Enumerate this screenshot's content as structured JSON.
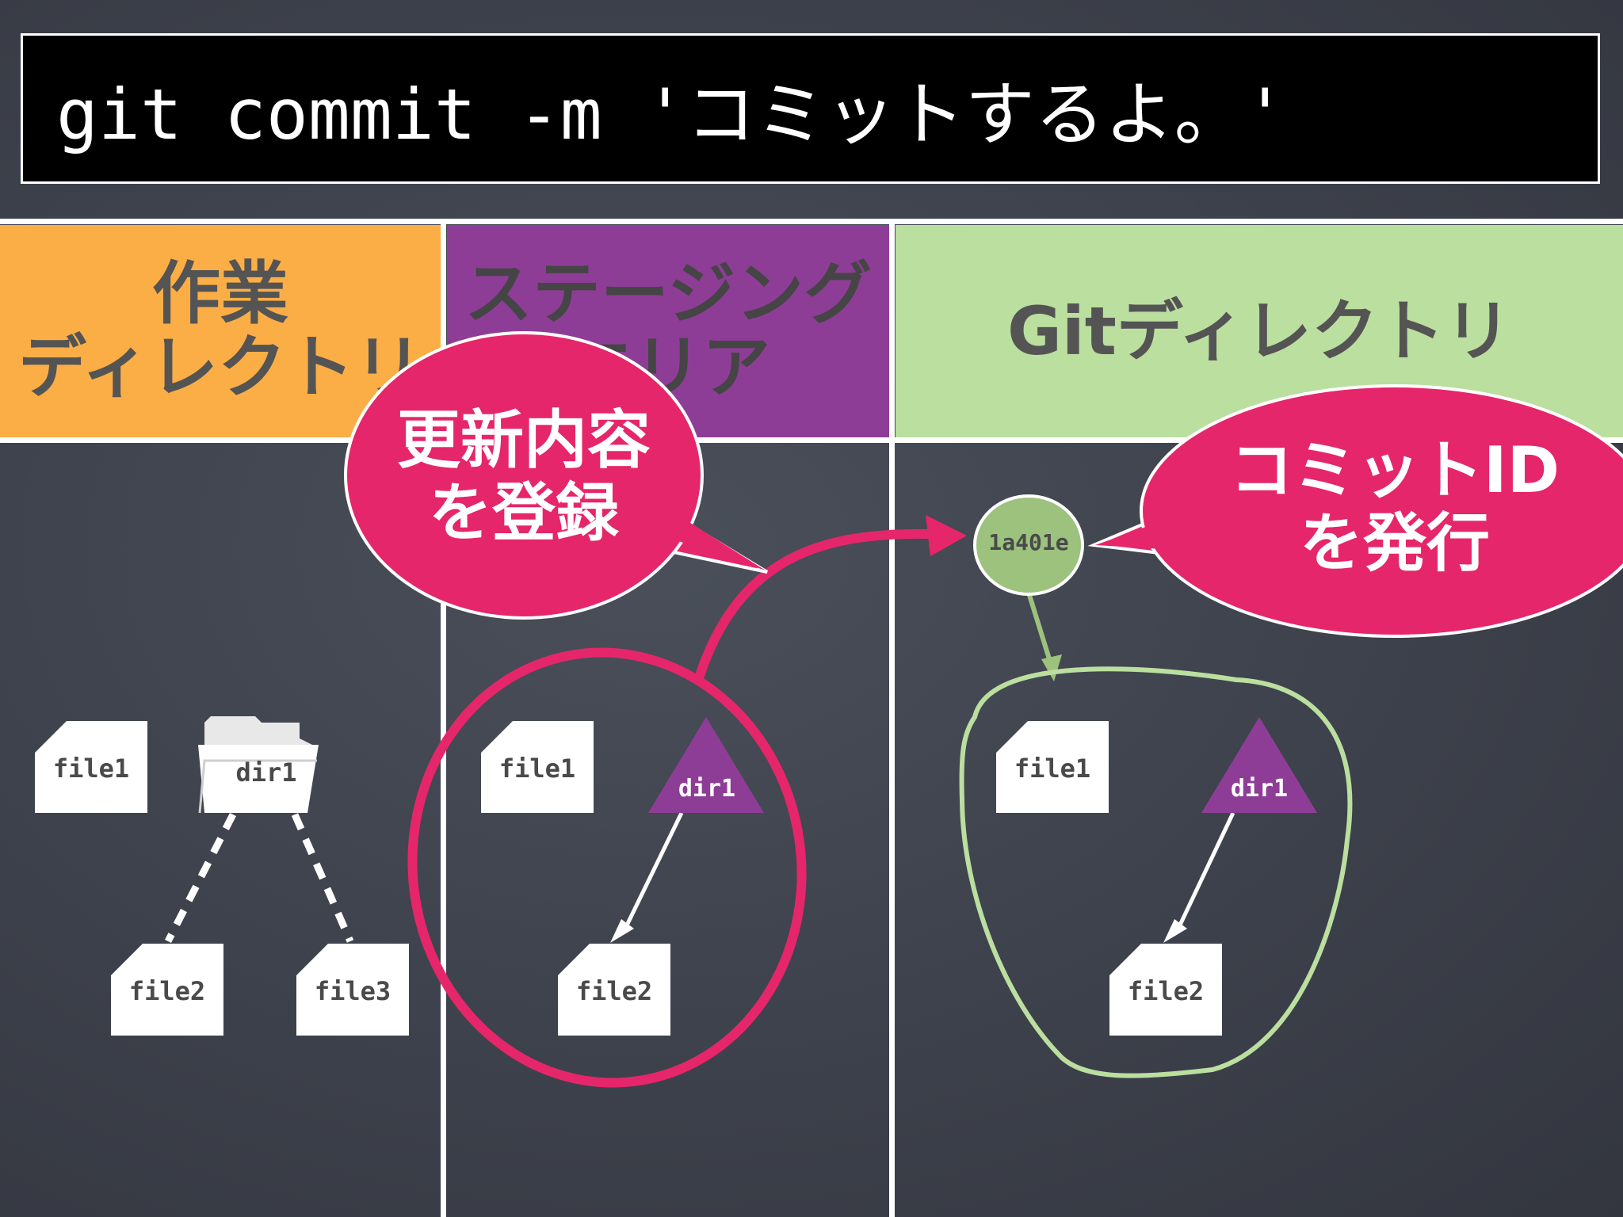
{
  "command": "git commit -m 'コミットするよ。'",
  "columns": {
    "work": "作業\nディレクトリ",
    "stage": "ステージング\nエリア",
    "git": "Gitディレクトリ"
  },
  "bubbles": {
    "register": "更新内容\nを登録",
    "issue": "コミットID\nを発行"
  },
  "commit_id": "1a401e",
  "work_dir": {
    "files": [
      "file1",
      "file2",
      "file3"
    ],
    "folder": "dir1"
  },
  "staging": {
    "files": [
      "file1",
      "file2"
    ],
    "tree": "dir1"
  },
  "git_dir": {
    "files": [
      "file1",
      "file2"
    ],
    "tree": "dir1"
  },
  "colors": {
    "work": "#fbae46",
    "stage": "#8e3d97",
    "git": "#bbdf9f",
    "highlight": "#e6266a",
    "commit": "#9cc27d",
    "board": "#3d414b"
  }
}
